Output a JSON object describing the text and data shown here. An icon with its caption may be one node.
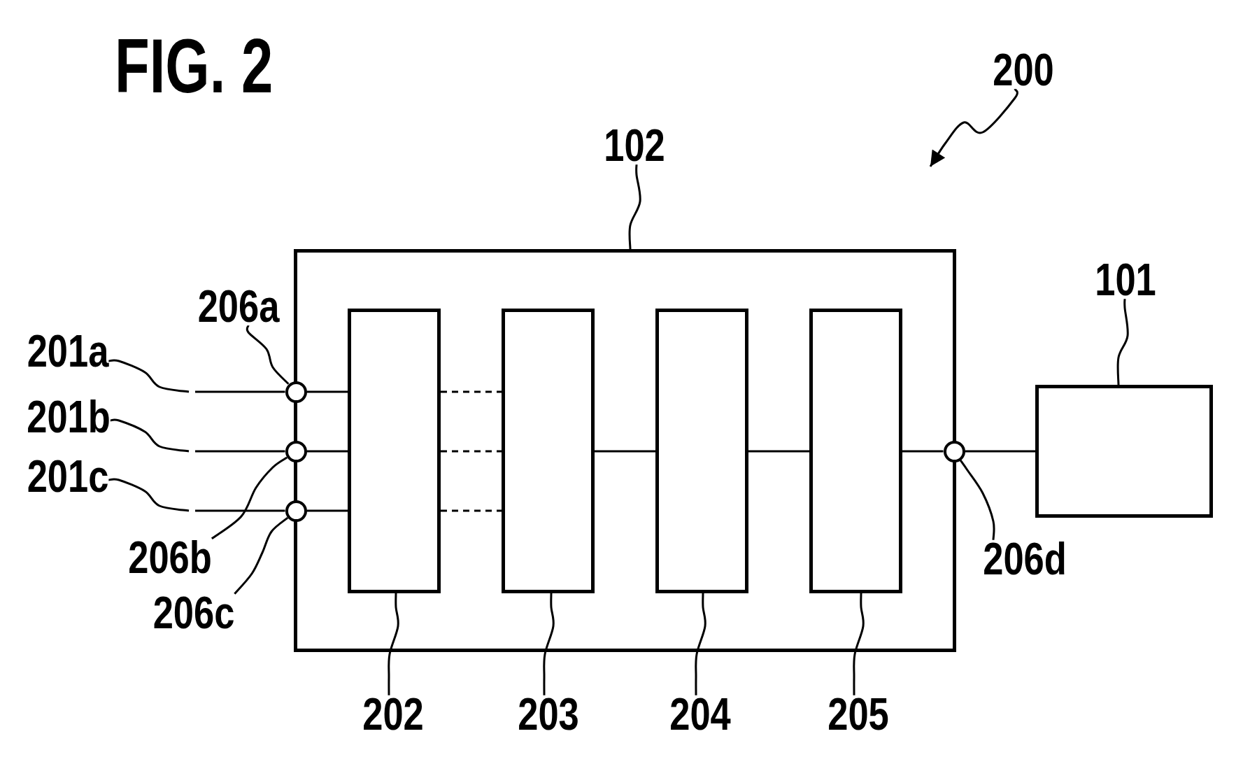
{
  "diagram": {
    "title": "FIG. 2",
    "nodes": [
      {
        "text": [
          "200"
        ]
      },
      {
        "text": [
          "102"
        ]
      },
      {
        "text": [],
        "shape": "box"
      },
      {
        "text": [],
        "shape": "box",
        "in": 2
      },
      {
        "text": [],
        "shape": "box",
        "in": 2
      },
      {
        "text": [],
        "shape": "box",
        "in": 2
      },
      {
        "text": [],
        "shape": "box",
        "in": 2
      },
      {
        "text": [],
        "shape": "box"
      },
      {
        "text": [],
        "shape": "circle"
      },
      {
        "text": [],
        "shape": "circle"
      },
      {
        "text": [],
        "shape": "circle"
      },
      {
        "text": [],
        "shape": "circle"
      },
      {
        "text": [
          "101"
        ]
      },
      {
        "text": [
          "206a"
        ]
      },
      {
        "text": [
          "201a"
        ]
      },
      {
        "text": [
          "201b"
        ]
      },
      {
        "text": [
          "201c"
        ]
      },
      {
        "text": [
          "206b"
        ]
      },
      {
        "text": [
          "206c"
        ]
      },
      {
        "text": [
          "206d"
        ]
      },
      {
        "text": [
          "202"
        ]
      },
      {
        "text": [
          "203"
        ]
      },
      {
        "text": [
          "204"
        ]
      },
      {
        "text": [
          "205"
        ]
      }
    ],
    "edges": [
      {
        "from": 0,
        "to": null,
        "arrow": "to"
      },
      {
        "from": 1,
        "to": 2,
        "arrow": "none"
      },
      {
        "from": 12,
        "to": 7,
        "arrow": "none"
      },
      {
        "from": 13,
        "to": 8,
        "arrow": "none"
      },
      {
        "from": 14,
        "to": null,
        "arrow": "none"
      },
      {
        "from": 15,
        "to": null,
        "arrow": "none"
      },
      {
        "from": 16,
        "to": null,
        "arrow": "none"
      },
      {
        "from": 17,
        "to": 9,
        "arrow": "none"
      },
      {
        "from": 18,
        "to": 10,
        "arrow": "none"
      },
      {
        "from": 19,
        "to": 11,
        "arrow": "none"
      },
      {
        "from": 20,
        "to": 3,
        "arrow": "none"
      },
      {
        "from": 21,
        "to": 4,
        "arrow": "none"
      },
      {
        "from": 22,
        "to": 5,
        "arrow": "none"
      },
      {
        "from": 23,
        "to": 6,
        "arrow": "none"
      },
      {
        "from": null,
        "to": 8,
        "arrow": "none"
      },
      {
        "from": null,
        "to": 9,
        "arrow": "none"
      },
      {
        "from": null,
        "to": 10,
        "arrow": "none"
      },
      {
        "from": 8,
        "to": 3,
        "arrow": "none"
      },
      {
        "from": 9,
        "to": 3,
        "arrow": "none"
      },
      {
        "from": 10,
        "to": 3,
        "arrow": "none"
      },
      {
        "from": 3,
        "to": 4,
        "arrow": "none",
        "style": "dashed"
      },
      {
        "from": 3,
        "to": 4,
        "arrow": "none",
        "style": "dashed"
      },
      {
        "from": 3,
        "to": 4,
        "arrow": "none",
        "style": "dashed"
      },
      {
        "from": 4,
        "to": 5,
        "arrow": "none"
      },
      {
        "from": 5,
        "to": 6,
        "arrow": "none"
      },
      {
        "from": 6,
        "to": 11,
        "arrow": "none"
      },
      {
        "from": 11,
        "to": 7,
        "arrow": "none"
      }
    ]
  }
}
